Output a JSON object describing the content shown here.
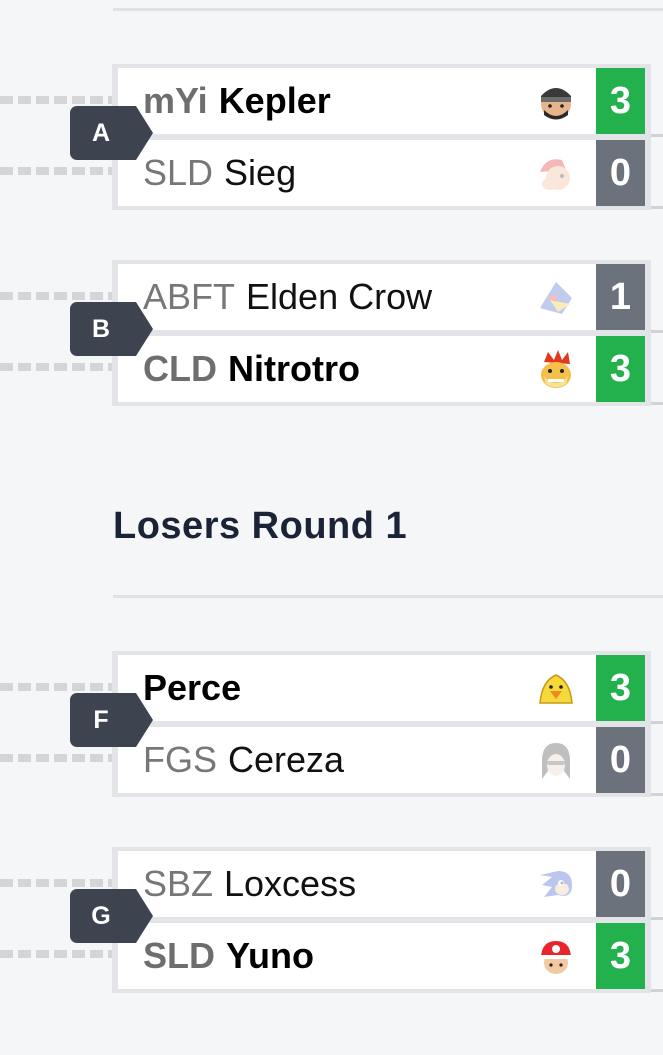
{
  "section": {
    "losers_title": "Losers Round 1"
  },
  "colors": {
    "win": "#22b14c",
    "loss": "#6b727b",
    "badge": "#3d4450",
    "title": "#1b2336"
  },
  "matches": [
    {
      "id": "A",
      "p1": {
        "tag": "mYi",
        "name": "Kepler",
        "score": "3",
        "result": "win",
        "character_icon": "helmeted-fighter-icon"
      },
      "p2": {
        "tag": "SLD",
        "name": "Sieg",
        "score": "0",
        "result": "loss",
        "character_icon": "red-cap-character-icon"
      }
    },
    {
      "id": "B",
      "p1": {
        "tag": "ABFT",
        "name": "Elden Crow",
        "score": "1",
        "result": "loss",
        "character_icon": "falco-bird-icon"
      },
      "p2": {
        "tag": "CLD",
        "name": "Nitrotro",
        "score": "3",
        "result": "win",
        "character_icon": "bowser-icon"
      }
    },
    {
      "id": "F",
      "p1": {
        "tag": "",
        "name": "Perce",
        "score": "3",
        "result": "win",
        "character_icon": "yellow-bird-icon"
      },
      "p2": {
        "tag": "FGS",
        "name": "Cereza",
        "score": "0",
        "result": "loss",
        "character_icon": "bayonetta-icon"
      }
    },
    {
      "id": "G",
      "p1": {
        "tag": "SBZ",
        "name": "Loxcess",
        "score": "0",
        "result": "loss",
        "character_icon": "sonic-icon"
      },
      "p2": {
        "tag": "SLD",
        "name": "Yuno",
        "score": "3",
        "result": "win",
        "character_icon": "pokemon-trainer-icon"
      }
    }
  ]
}
